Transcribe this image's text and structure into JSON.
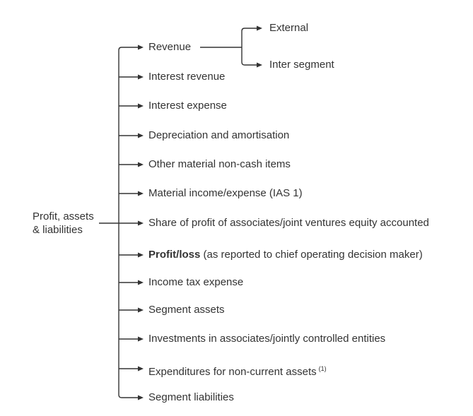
{
  "diagram": {
    "title_semantic": "Segment reporting disclosure tree",
    "root_label": "Profit, assets\n& liabilities",
    "items": [
      {
        "label": "Revenue"
      },
      {
        "label": "Interest revenue"
      },
      {
        "label": "Interest expense"
      },
      {
        "label": "Depreciation and amortisation"
      },
      {
        "label": "Other material non-cash items"
      },
      {
        "label": "Material income/expense (IAS 1)"
      },
      {
        "label": "Share of profit of associates/joint ventures equity accounted"
      },
      {
        "label_bold": "Profit/loss",
        "label_rest": " (as reported to chief operating decision maker)"
      },
      {
        "label": "Income tax expense"
      },
      {
        "label": "Segment assets"
      },
      {
        "label": "Investments in associates/jointly controlled entities"
      },
      {
        "label": "Expenditures for non-current assets",
        "footnote": "(1)"
      },
      {
        "label": "Segment liabilities"
      }
    ],
    "revenue_children": [
      {
        "label": "External"
      },
      {
        "label": "Inter segment"
      }
    ],
    "colors": {
      "line": "#333333",
      "text": "#333333",
      "background": "#ffffff"
    }
  }
}
